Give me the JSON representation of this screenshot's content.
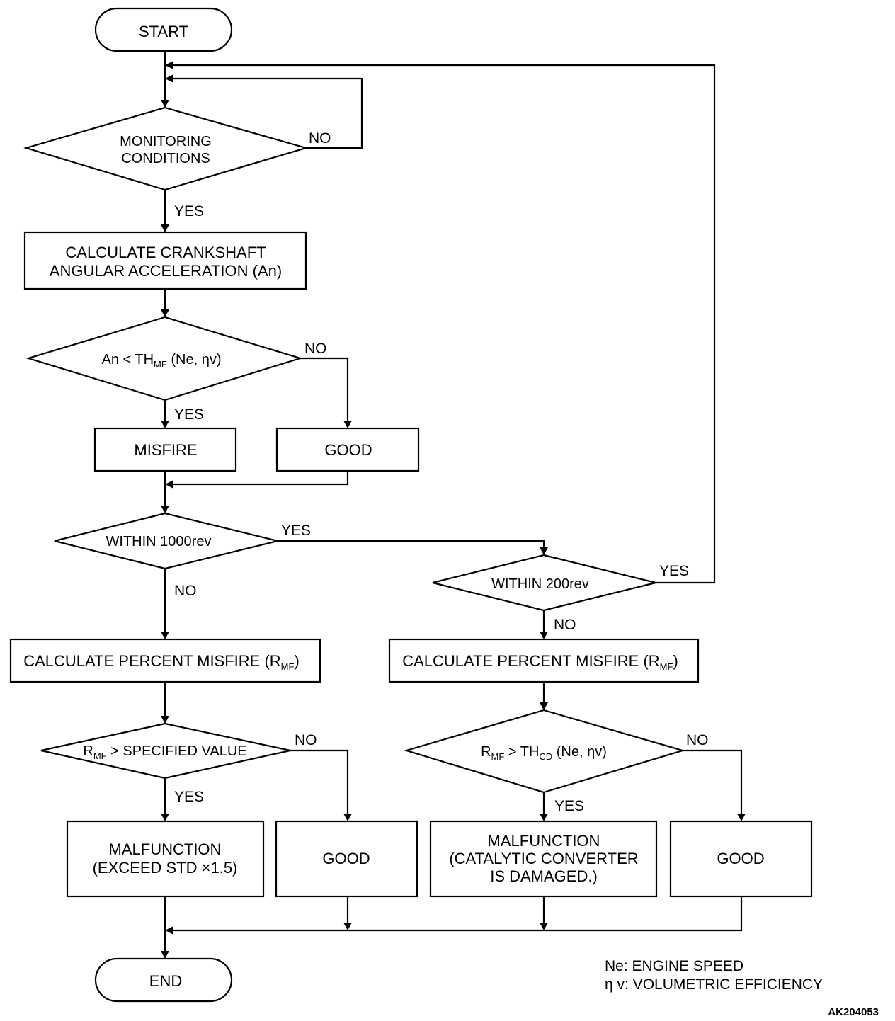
{
  "colors": {
    "stroke": "#000000",
    "background": "#ffffff"
  },
  "nodes": {
    "start": "START",
    "monitoring_1": "MONITORING",
    "monitoring_2": "CONDITIONS",
    "calc_accel_1": "CALCULATE CRANKSHAFT",
    "calc_accel_2": "ANGULAR ACCELERATION (An)",
    "cond_an_prefix": "An < TH",
    "cond_an_sub": "MF",
    "cond_an_suffix": " (Ne, ηv)",
    "misfire": "MISFIRE",
    "good_1": "GOOD",
    "within_1000": "WITHIN 1000rev",
    "within_200": "WITHIN 200rev",
    "calc_pct_left_prefix": "CALCULATE PERCENT MISFIRE (R",
    "calc_pct_left_sub": "MF",
    "calc_pct_left_suffix": ")",
    "calc_pct_right_prefix": "CALCULATE PERCENT MISFIRE (R",
    "calc_pct_right_sub": "MF",
    "calc_pct_right_suffix": ")",
    "cond_spec_prefix": "R",
    "cond_spec_sub": "MF",
    "cond_spec_suffix": " > SPECIFIED VALUE",
    "cond_thcd_prefix": "R",
    "cond_thcd_sub1": "MF",
    "cond_thcd_mid": " > TH",
    "cond_thcd_sub2": "CD",
    "cond_thcd_suffix": " (Ne, ηv)",
    "malfunction_left_1": "MALFUNCTION",
    "malfunction_left_2": "(EXCEED STD  ×1.5)",
    "good_2": "GOOD",
    "malfunction_right_1": "MALFUNCTION",
    "malfunction_right_2": "(CATALYTIC CONVERTER",
    "malfunction_right_3": "IS DAMAGED.)",
    "good_3": "GOOD",
    "end": "END"
  },
  "edge_labels": {
    "monitoring_no": "NO",
    "monitoring_yes": "YES",
    "an_no": "NO",
    "an_yes": "YES",
    "w1000_yes": "YES",
    "w1000_no": "NO",
    "w200_yes": "YES",
    "w200_no": "NO",
    "spec_no": "NO",
    "spec_yes": "YES",
    "thcd_no": "NO",
    "thcd_yes": "YES"
  },
  "legend": {
    "ne": "Ne: ENGINE SPEED",
    "eta": "η v: VOLUMETRIC EFFICIENCY"
  },
  "figure_code": "AK204053"
}
